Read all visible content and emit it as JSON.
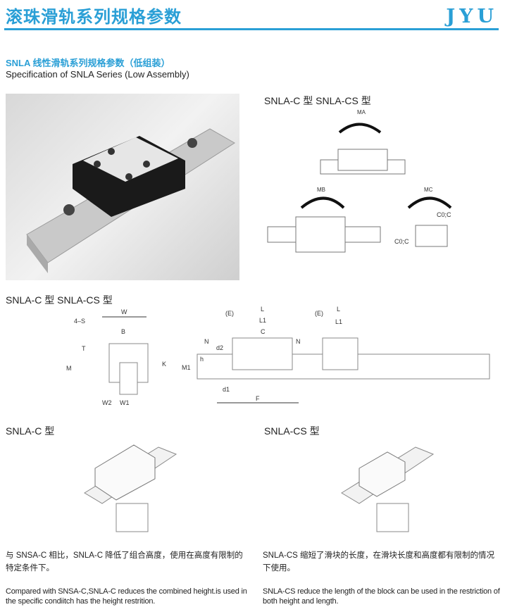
{
  "header": {
    "title": "滚珠滑轨系列规格参数",
    "logo": "JYU",
    "accent": "#2a9fd6"
  },
  "intro": {
    "subtitle_cn": "SNLA 线性滑轨系列规格参数（低组装）",
    "subtitle_en": "Specification of SNLA Series  (Low Assembly)"
  },
  "moments": {
    "title": "SNLA-C 型   SNLA-CS 型",
    "ma": "MA",
    "mb": "MB",
    "mc": "MC",
    "load_top": "C0;C",
    "load_side": "C0;C"
  },
  "dimensions": {
    "title": "SNLA-C 型   SNLA-CS 型",
    "labels": {
      "W": "W",
      "S": "4–S",
      "B": "B",
      "T": "T",
      "M": "M",
      "K": "K",
      "W2": "W2",
      "W1": "W1",
      "E1": "(E)",
      "L": "L",
      "L1": "L1",
      "C": "C",
      "N": "N",
      "d2": "d2",
      "h": "h",
      "M1": "M1",
      "d1": "d1",
      "F": "F",
      "E2": "(E)",
      "L_2": "L",
      "L1_2": "L1",
      "N_2": "N"
    }
  },
  "snla_c": {
    "title": "SNLA-C 型",
    "desc_cn": "与 SNSA-C 相比，SNLA-C 降低了组合高度，使用在高度有限制的特定条件下。",
    "desc_en": "Compared with SNSA-C,SNLA-C reduces the combined height.is used in the specific condiitch has the height restrition."
  },
  "snla_cs": {
    "title": "SNLA-CS 型",
    "desc_cn": "SNLA-CS 缩短了滑块的长度，在滑块长度和高度都有限制的情况下使用。",
    "desc_en": "SNLA-CS reduce the length of the block can be used in the restriction of both height and length."
  }
}
